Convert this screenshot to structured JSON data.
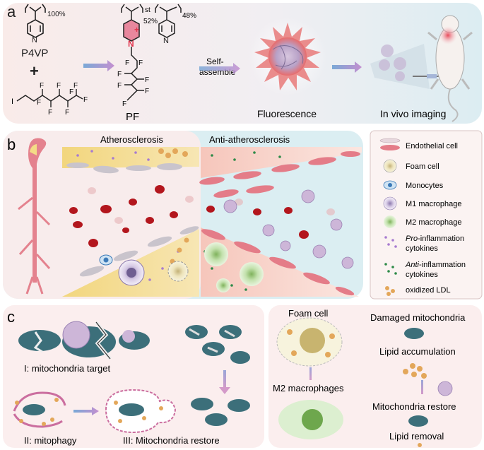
{
  "colors": {
    "panel_a_bg": "#e9f2f5",
    "panel_a_bg_left": "#f9ebe9",
    "panel_b_bg": "#dbeef2",
    "athero_wedge": "#f5dd93",
    "anti_wedge": "#f8d3c8",
    "rbc": "#b3161d",
    "endothelial": "#e47c88",
    "mito": "#3c6f7a",
    "panel_c_bg": "#fbeeee",
    "legend_bg": "#fbf3f2",
    "arrow": "#8f9dd6",
    "pyridinium": "#e8879d",
    "nitrogen_plus": "#e2324b"
  },
  "panel_a": {
    "label": "a",
    "p4vp_subscript": "100%",
    "p4vp_name": "P4VP",
    "plus": "+",
    "pf_st": "st",
    "pf_52": "52%",
    "pf_48": "48%",
    "pf_name": "PF",
    "self_assemble_line1": "Self-",
    "self_assemble_line2": "assemble",
    "fluorescence": "Fluorescence",
    "in_vivo": "In vivo imaging",
    "atom_I": "I",
    "atom_F": "F",
    "atom_N": "N",
    "atom_N_plus": "+"
  },
  "panel_b": {
    "label": "b",
    "atherosclerosis": "Atherosclerosis",
    "anti_atherosclerosis": "Anti-atherosclerosis"
  },
  "legend": {
    "items": [
      {
        "label": "Endothelial cell",
        "icon": "endothelial-cell-icon"
      },
      {
        "label": "Foam cell",
        "icon": "foam-cell-icon"
      },
      {
        "label": "Monocytes",
        "icon": "monocyte-icon"
      },
      {
        "label": "M1 macrophage",
        "icon": "m1-macrophage-icon"
      },
      {
        "label": "M2 macrophage",
        "icon": "m2-macrophage-icon"
      },
      {
        "label_italic": "Pro",
        "label_rest": "-inflammation",
        "label_line2": "cytokines",
        "icon": "pro-inflammation-cytokines-icon"
      },
      {
        "label_italic": "Anti",
        "label_rest": "-inflammation",
        "label_line2": "cytokines",
        "icon": "anti-inflammation-cytokines-icon"
      },
      {
        "label": "oxidized LDL",
        "icon": "oxidized-ldl-icon"
      }
    ]
  },
  "panel_c": {
    "label": "c",
    "step1": "I: mitochondria target",
    "step2": "II: mitophagy",
    "step3": "III: Mitochondria restore",
    "foam_cell": "Foam cell",
    "m2_macrophages": "M2 macrophages",
    "damaged_mito": "Damaged mitochondria",
    "lipid_accumulation": "Lipid accumulation",
    "mito_restore": "Mitochondria restore",
    "lipid_removal": "Lipid removal"
  }
}
